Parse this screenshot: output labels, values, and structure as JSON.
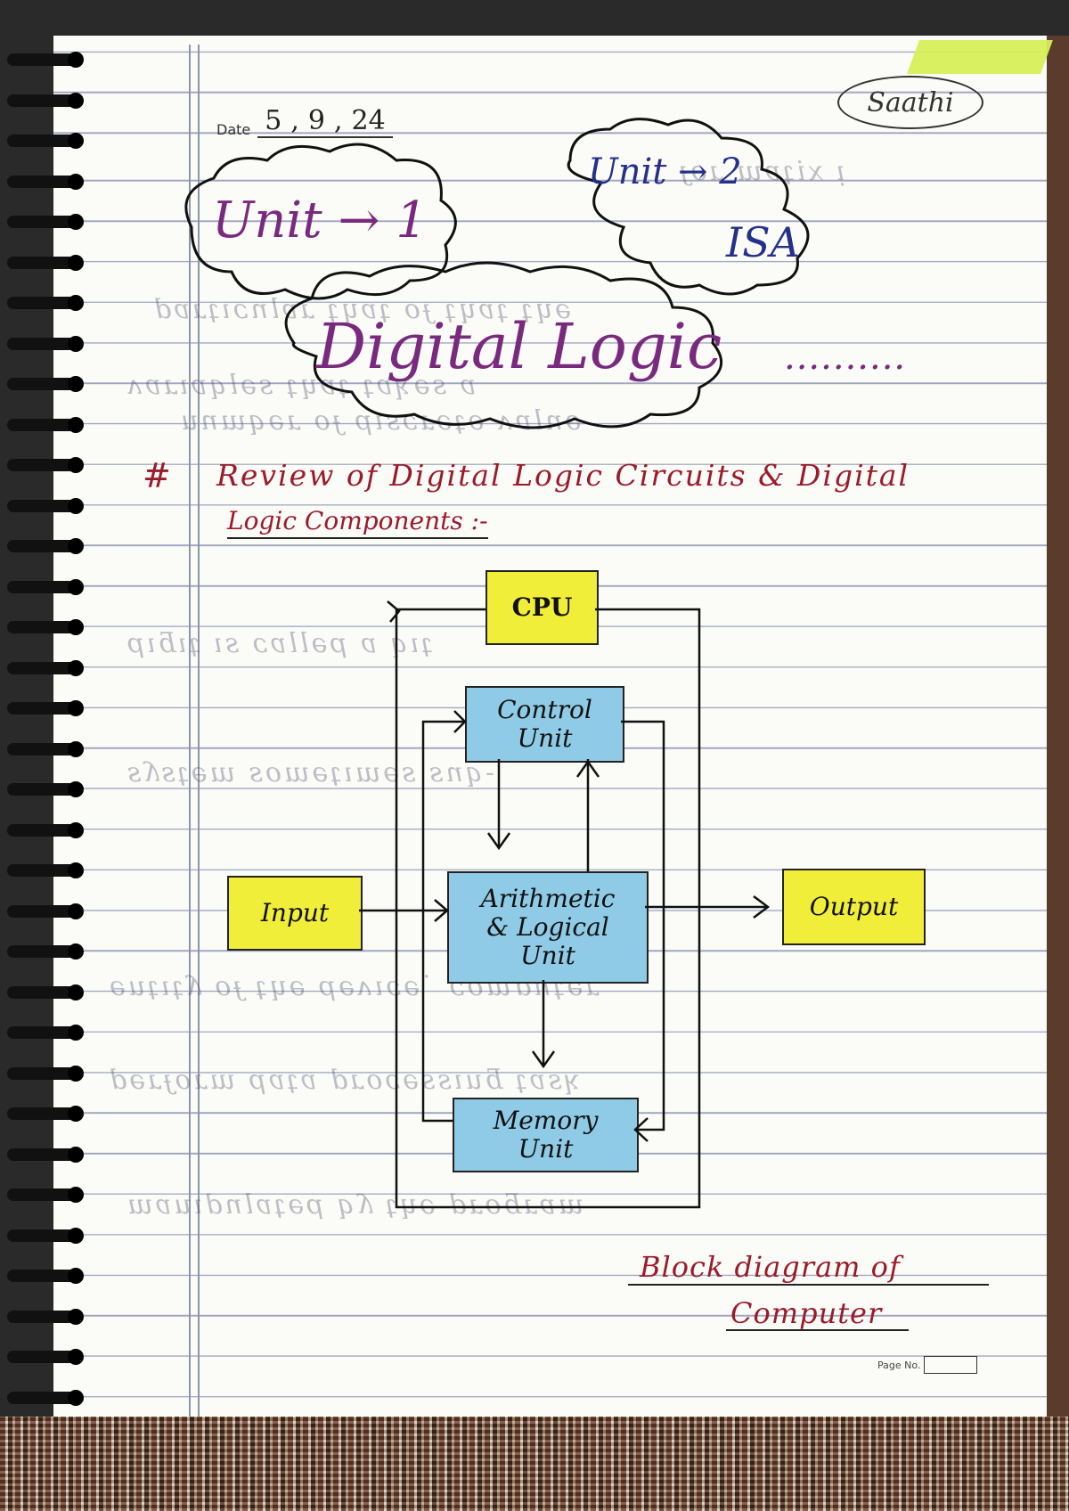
{
  "brand": "Saathi",
  "date": {
    "label": "Date",
    "day": "5",
    "month": "9",
    "year": "24"
  },
  "headings": {
    "unit1": "Unit → 1",
    "unit2": "Unit → 2",
    "isa": "ISA",
    "title": "Digital Logic",
    "title_dots": "..........",
    "subtitle_hash": "#",
    "subtitle_line1": "Review of Digital Logic Circuits & Digital",
    "subtitle_line2": "Logic Components :-"
  },
  "diagram": {
    "cpu": "CPU",
    "control_unit": [
      "Control",
      "Unit"
    ],
    "alu": [
      "Arithmetic",
      "& Logical",
      "Unit"
    ],
    "memory_unit": [
      "Memory",
      "Unit"
    ],
    "input": "Input",
    "output": "Output",
    "caption_line1": "Block diagram of",
    "caption_line2": "Computer"
  },
  "footer": {
    "page_no_label": "Page No."
  },
  "colors": {
    "heading_purple": "#7a2a7e",
    "heading_navy": "#25308a",
    "subtitle_red": "#9b1b2a",
    "box_yellow": "#f1ee3a",
    "box_blue": "#8fcbe6"
  }
}
